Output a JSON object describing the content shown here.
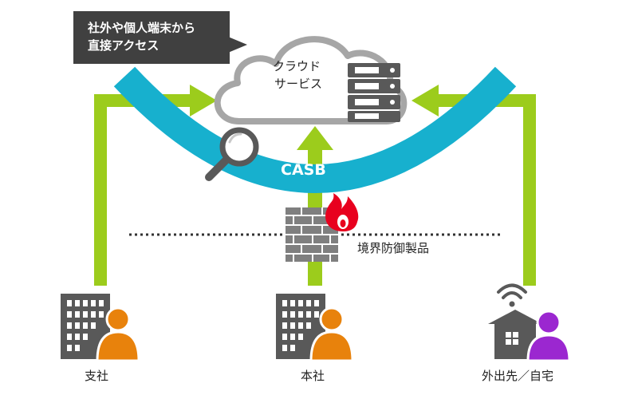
{
  "callout": {
    "line1": "社外や個人端末から",
    "line2": "直接アクセス"
  },
  "cloud": {
    "line1": "クラウド",
    "line2": "サービス"
  },
  "casb": {
    "label": "CASB"
  },
  "firewall": {
    "label": "境界防御製品"
  },
  "locations": [
    {
      "label": "支社",
      "icon": "office-building-icon",
      "person_color": "#E8820C"
    },
    {
      "label": "本社",
      "icon": "office-building-icon",
      "person_color": "#E8820C"
    },
    {
      "label": "外出先／自宅",
      "icon": "house-icon",
      "person_color": "#9B27D0"
    }
  ],
  "colors": {
    "arrow": "#9CCC1C",
    "casb_band": "#17B0CE",
    "cloud_outline": "#A6A6A6",
    "dark_gray": "#595959",
    "callout_bg": "#404040",
    "flame": "#E8001E"
  }
}
